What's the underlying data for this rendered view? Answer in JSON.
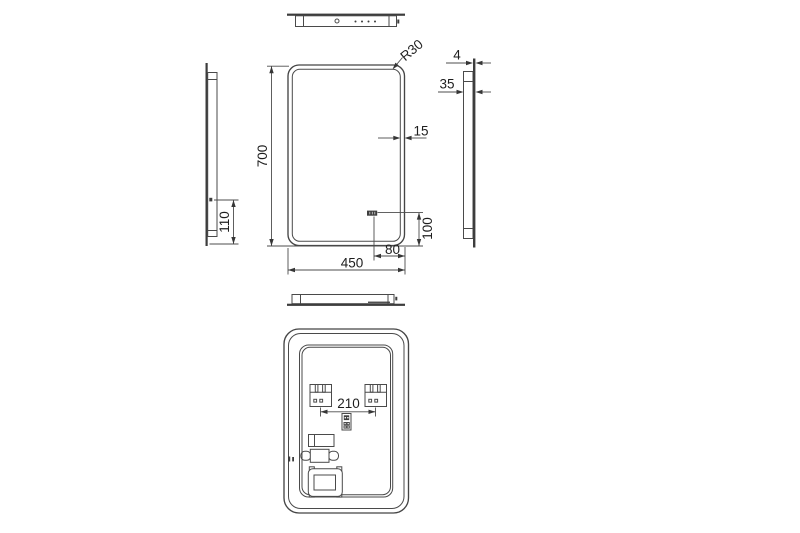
{
  "dimensions": {
    "front": {
      "height": "700",
      "width": "450",
      "corner_radius": "R30",
      "frame_width": "15",
      "sensor_offset_bottom": "100",
      "sensor_offset_right": "80"
    },
    "left_side": {
      "sensor_height": "110"
    },
    "right_side": {
      "glass_thickness": "4",
      "depth": "35"
    },
    "back": {
      "bracket_spacing": "210"
    }
  },
  "colors": {
    "background": "#ffffff",
    "line": "#4a4a4a",
    "text": "#1e1e1e"
  }
}
